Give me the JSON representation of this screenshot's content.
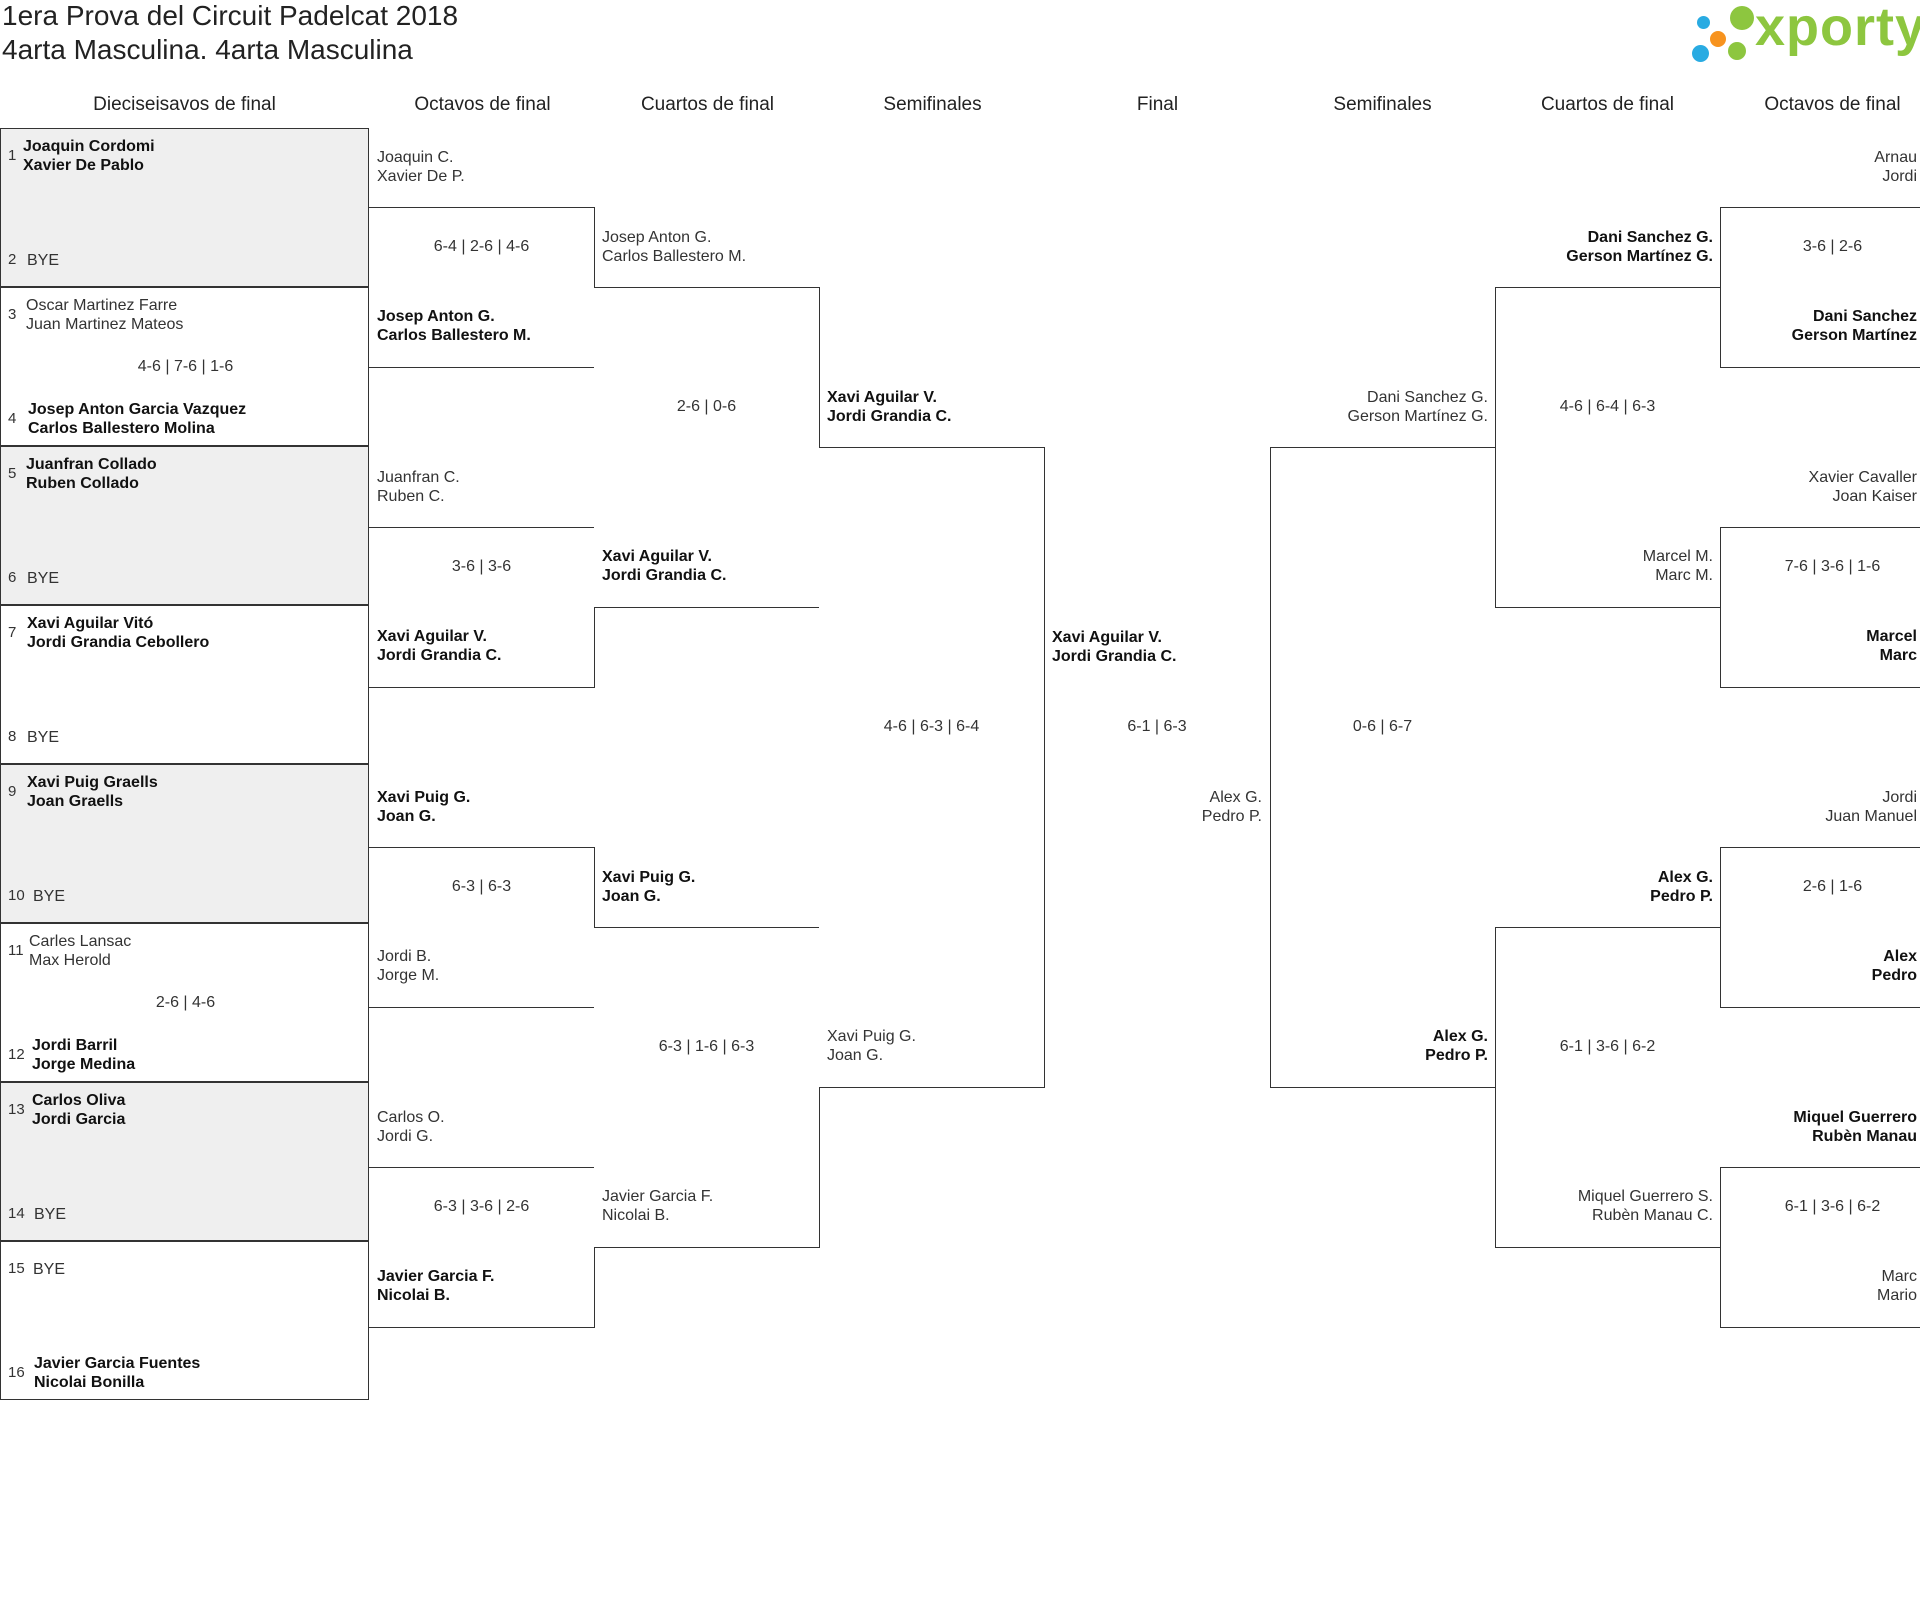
{
  "header": {
    "title_line1": "1era Prova del Circuit Padelcat 2018",
    "title_line2": "4arta Masculina. 4arta Masculina",
    "logo_text": "xporty",
    "logo_colors": [
      "#29abe2",
      "#8dc63f",
      "#f7931e"
    ]
  },
  "rounds": [
    "Dieciseisavos de final",
    "Octavos de final",
    "Cuartos de final",
    "Semifinales",
    "Final",
    "Semifinales",
    "Cuartos de final",
    "Octavos de final"
  ],
  "r16": [
    {
      "seed_a": "1",
      "a1": "Joaquin Cordomi",
      "a2": "Xavier De Pablo",
      "seed_b": "2",
      "b1": "BYE",
      "b2": "",
      "score": ""
    },
    {
      "seed_a": "3",
      "a1": "Oscar Martinez Farre",
      "a2": "Juan Martinez Mateos",
      "seed_b": "4",
      "b1": "Josep Anton Garcia Vazquez",
      "b2": "Carlos Ballestero Molina",
      "score": "4-6 | 7-6 | 1-6"
    },
    {
      "seed_a": "5",
      "a1": "Juanfran Collado",
      "a2": "Ruben Collado",
      "seed_b": "6",
      "b1": "BYE",
      "b2": "",
      "score": ""
    },
    {
      "seed_a": "7",
      "a1": "Xavi Aguilar Vitó",
      "a2": "Jordi Grandia Cebollero",
      "seed_b": "8",
      "b1": "BYE",
      "b2": "",
      "score": ""
    },
    {
      "seed_a": "9",
      "a1": "Xavi Puig Graells",
      "a2": "Joan Graells",
      "seed_b": "10",
      "b1": "BYE",
      "b2": "",
      "score": ""
    },
    {
      "seed_a": "11",
      "a1": "Carles Lansac",
      "a2": "Max Herold",
      "seed_b": "12",
      "b1": "Jordi Barril",
      "b2": "Jorge Medina",
      "score": "2-6 | 4-6"
    },
    {
      "seed_a": "13",
      "a1": "Carlos Oliva",
      "a2": "Jordi Garcia",
      "seed_b": "14",
      "b1": "BYE",
      "b2": "",
      "score": ""
    },
    {
      "seed_a": "15",
      "a1": "BYE",
      "a2": "",
      "seed_b": "16",
      "b1": "Javier Garcia Fuentes",
      "b2": "Nicolai Bonilla",
      "score": ""
    }
  ],
  "left_r8": [
    {
      "a1": "Joaquin C.",
      "a2": "Xavier De P.",
      "b1": "Josep Anton G.",
      "b2": "Carlos Ballestero M.",
      "score": "6-4 | 2-6 | 4-6"
    },
    {
      "a1": "Juanfran C.",
      "a2": "Ruben C.",
      "b1": "Xavi Aguilar V.",
      "b2": "Jordi Grandia C.",
      "score": "3-6 | 3-6"
    },
    {
      "a1": "Xavi Puig G.",
      "a2": "Joan G.",
      "b1": "Jordi B.",
      "b2": "Jorge M.",
      "score": "6-3 | 6-3"
    },
    {
      "a1": "Carlos O.",
      "a2": "Jordi G.",
      "b1": "Javier Garcia F.",
      "b2": "Nicolai B.",
      "score": "6-3 | 3-6 | 2-6"
    }
  ],
  "left_qf": [
    {
      "a1": "Josep Anton G.",
      "a2": "Carlos Ballestero M.",
      "b1": "Xavi Aguilar V.",
      "b2": "Jordi Grandia C.",
      "score": "2-6 | 0-6"
    },
    {
      "a1": "Xavi Puig G.",
      "a2": "Joan G.",
      "b1": "Javier Garcia F.",
      "b2": "Nicolai B.",
      "score": "6-3 | 1-6 | 6-3"
    }
  ],
  "left_sf": {
    "a1": "Xavi Aguilar V.",
    "a2": "Jordi Grandia C.",
    "b1": "Xavi Puig G.",
    "b2": "Joan G.",
    "score": "4-6 | 6-3 | 6-4"
  },
  "final": {
    "a1": "Xavi Aguilar V.",
    "a2": "Jordi Grandia C.",
    "b1": "Alex G.",
    "b2": "Pedro P.",
    "score": "6-1 | 6-3"
  },
  "right_sf": {
    "a1": "Dani Sanchez G.",
    "a2": "Gerson Martínez G.",
    "b1": "Alex G.",
    "b2": "Pedro P.",
    "score": "0-6 | 6-7"
  },
  "right_qf": [
    {
      "a1": "Dani Sanchez G.",
      "a2": "Gerson Martínez G.",
      "b1": "Marcel M.",
      "b2": "Marc M.",
      "score": "4-6 | 6-4 | 6-3"
    },
    {
      "a1": "Alex G.",
      "a2": "Pedro P.",
      "b1": "Miquel Guerrero S.",
      "b2": "Rubèn Manau C.",
      "score": "6-1 | 3-6 | 6-2"
    }
  ],
  "right_r8": [
    {
      "a1": "Arnau",
      "a2": "Jordi",
      "b1": "Dani Sanchez",
      "b2": "Gerson Martínez",
      "score": "3-6 | 2-6"
    },
    {
      "a1": "Xavier Cavaller",
      "a2": "Joan Kaiser",
      "b1": "Marcel",
      "b2": "Marc",
      "score": "7-6 | 3-6 | 1-6"
    },
    {
      "a1": "Jordi",
      "a2": "Juan Manuel",
      "b1": "Alex",
      "b2": "Pedro",
      "score": "2-6 | 1-6"
    },
    {
      "a1": "Miquel Guerrero",
      "a2": "Rubèn Manau",
      "b1": "Marc",
      "b2": "Mario",
      "score": "6-1 | 3-6 | 6-2"
    }
  ]
}
